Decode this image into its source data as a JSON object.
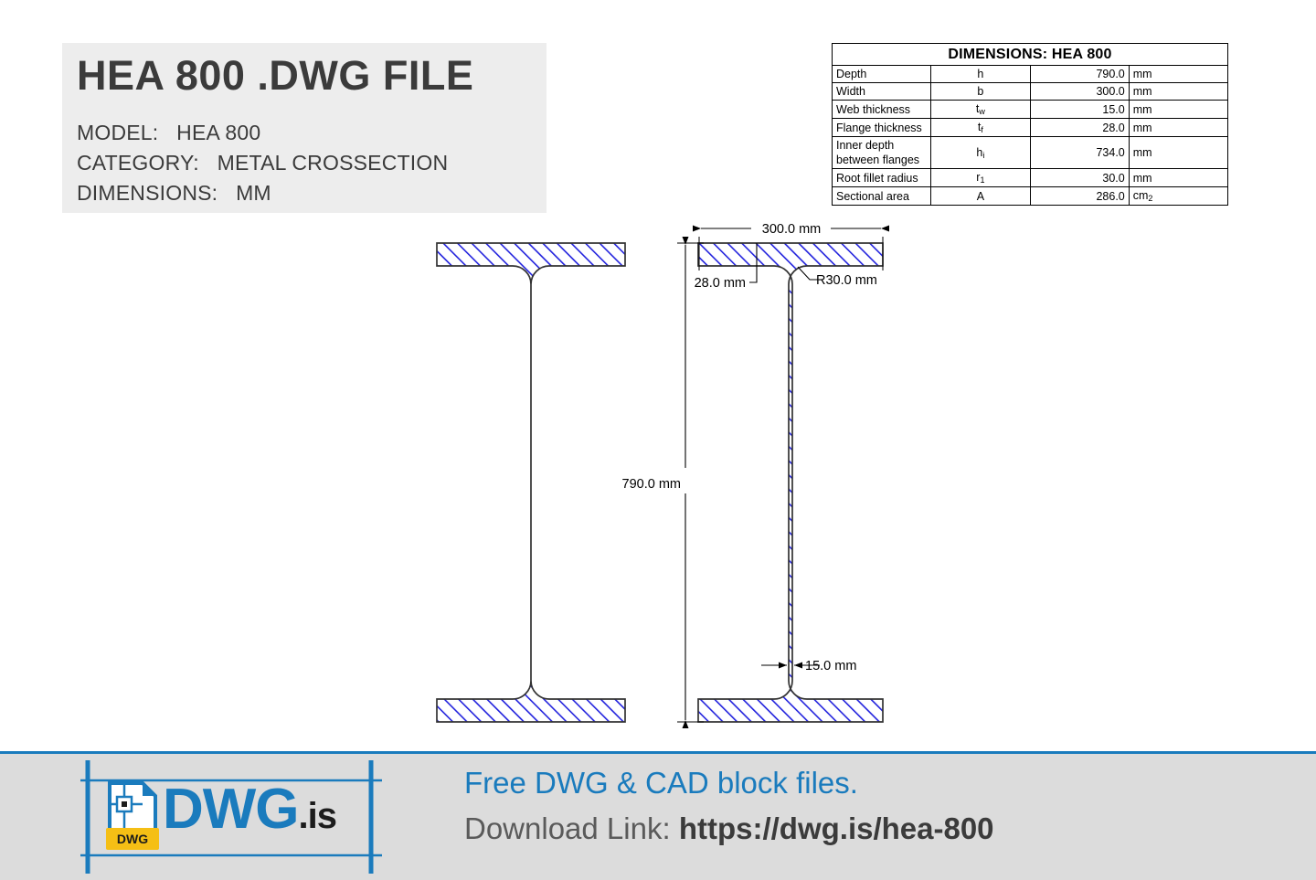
{
  "header": {
    "title": "HEA 800 .DWG FILE",
    "model_label": "MODEL:",
    "model_value": "HEA 800",
    "category_label": "CATEGORY:",
    "category_value": "METAL CROSSECTION",
    "dimensions_label": "DIMENSIONS:",
    "dimensions_value": "MM",
    "box_color": "#ededed",
    "text_color": "#3b3b3b"
  },
  "dimensions_table": {
    "title": "DIMENSIONS: HEA 800",
    "rows": [
      {
        "label": "Depth",
        "symbol": "h",
        "sub": "",
        "value": "790.0",
        "unit": "mm",
        "unit_sub": ""
      },
      {
        "label": "Width",
        "symbol": "b",
        "sub": "",
        "value": "300.0",
        "unit": "mm",
        "unit_sub": ""
      },
      {
        "label": "Web thickness",
        "symbol": "t",
        "sub": "w",
        "value": "15.0",
        "unit": "mm",
        "unit_sub": ""
      },
      {
        "label": "Flange thickness",
        "symbol": "t",
        "sub": "f",
        "value": "28.0",
        "unit": "mm",
        "unit_sub": ""
      },
      {
        "label": "Inner depth between flanges",
        "symbol": "h",
        "sub": "i",
        "value": "734.0",
        "unit": "mm",
        "unit_sub": ""
      },
      {
        "label": "Root fillet radius",
        "symbol": "r",
        "sub": "1",
        "value": "30.0",
        "unit": "mm",
        "unit_sub": ""
      },
      {
        "label": "Sectional area",
        "symbol": "A",
        "sub": "",
        "value": "286.0",
        "unit": "cm",
        "unit_sub": "2"
      }
    ]
  },
  "drawing": {
    "hatch_color": "#2222dd",
    "outline_color": "#333333",
    "dimension_color": "#000000",
    "annotations": {
      "width": "300.0 mm",
      "depth": "790.0 mm",
      "flange_thickness": "28.0 mm",
      "web_thickness": "15.0 mm",
      "root_radius": "R30.0 mm"
    }
  },
  "footer": {
    "brand_name": "DWG",
    "brand_tld": ".is",
    "icon_badge": "DWG",
    "line1": "Free DWG & CAD block files.",
    "line2_label": "Download Link:",
    "line2_url": "https://dwg.is/hea-800",
    "band_color": "#dcdcdc",
    "accent_color": "#1a7bbd"
  }
}
